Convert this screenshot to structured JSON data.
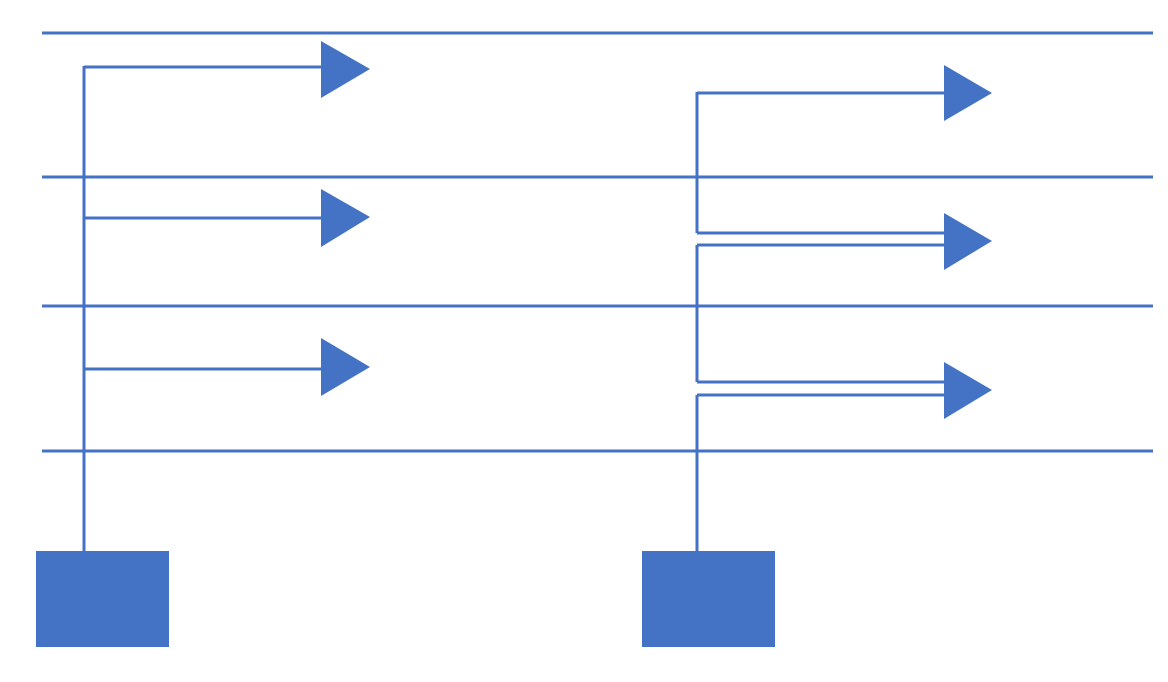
{
  "diagram": {
    "colors": {
      "line": "#4472C4",
      "fill": "#4472C4",
      "background": "#FFFFFF"
    },
    "horizontal_lines_count": 4,
    "left_group": {
      "node": "square",
      "branch_arrow_count": 3,
      "style": "single shared trunk"
    },
    "right_group": {
      "node": "square",
      "branch_arrow_count": 3,
      "style": "stepped segments"
    }
  }
}
